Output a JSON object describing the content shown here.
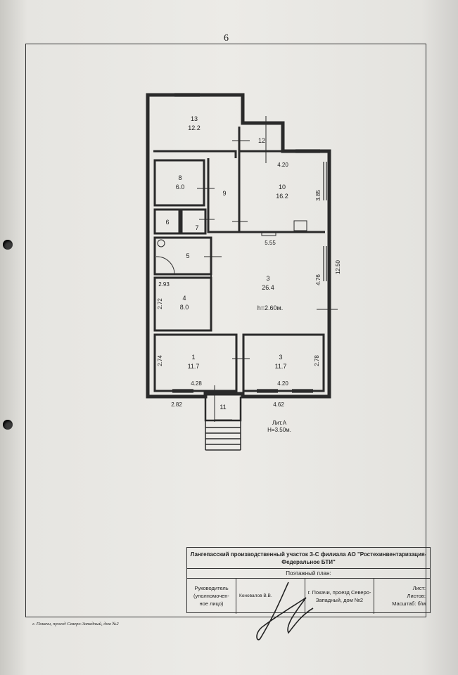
{
  "page": {
    "number": "6",
    "footer_address": "г. Покачи, проезд Северо-Западный, дом №2"
  },
  "plan": {
    "rooms": {
      "r13": {
        "num": "13",
        "area": "12.2"
      },
      "r12": {
        "num": "12"
      },
      "r8": {
        "num": "8",
        "area": "6.0"
      },
      "r9": {
        "num": "9"
      },
      "r10": {
        "num": "10",
        "area": "16.2"
      },
      "r6": {
        "num": "6"
      },
      "r7": {
        "num": "7"
      },
      "r5": {
        "num": "5"
      },
      "r3a": {
        "num": "3",
        "area": "26.4"
      },
      "r4": {
        "num": "4",
        "area": "8.0"
      },
      "r1": {
        "num": "1",
        "area": "11.7"
      },
      "r3b": {
        "num": "3",
        "area": "11.7"
      },
      "r11": {
        "num": "11"
      }
    },
    "height_label": "h=2.60м.",
    "dims": {
      "d420a": "4.20",
      "d385": "3.85",
      "d555": "5.55",
      "d476": "4.76",
      "d1250": "12.50",
      "d293": "2.93",
      "d272": "2.72",
      "d274": "2.74",
      "d428": "4.28",
      "d278": "2.78",
      "d420b": "4.20",
      "d282": "2.82",
      "d462": "4.62"
    },
    "lit": "Лит.А",
    "lit_height": "H=3.50м."
  },
  "stamp": {
    "org_line1": "Лангепасский производственный участок З-С филиала АО \"Ростехинвентаризация-",
    "org_line2": "Федеральное БТИ\"",
    "title": "Поэтажный план:",
    "head_l1": "Руководитель",
    "head_l2": "(уполномочен-",
    "head_l3": "ное лицо)",
    "name": "Коновалов В.В.",
    "address_l1": "г. Покачи, проезд Северо-",
    "address_l2": "Западный, дом №2",
    "sheet": "Лист:",
    "sheets": "Листов:",
    "scale": "Масштаб: б/м"
  }
}
